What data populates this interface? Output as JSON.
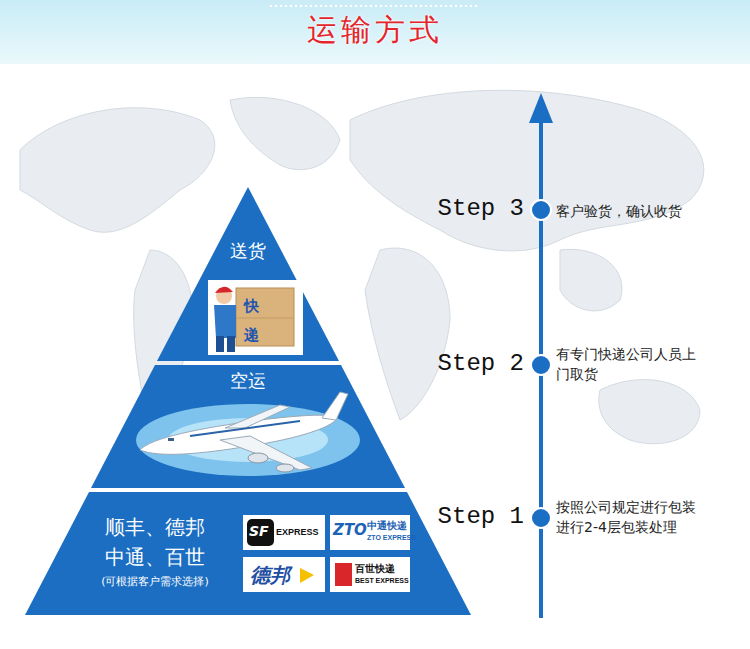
{
  "diagram": {
    "title": "运输方式",
    "nodes": [
      {
        "text": [
          "送货"
        ]
      },
      {
        "text": [
          "空运"
        ]
      },
      {
        "text": [
          "顺丰、德邦 中通、百世",
          "(可根据客户需求选择)"
        ]
      }
    ],
    "labels": [
      "快递",
      "SF",
      "EXPRESS",
      "ZTO",
      "中通快递",
      "ZTO EXPRESS",
      "德邦",
      "百世快递",
      "BEST EXPRESS",
      "Step 3",
      "客户验货，确认收货",
      "Step 2",
      "有专门快递公司人员上门取货",
      "Step 1",
      "按照公司规定进行包装 进行2-4层包装处理"
    ]
  }
}
